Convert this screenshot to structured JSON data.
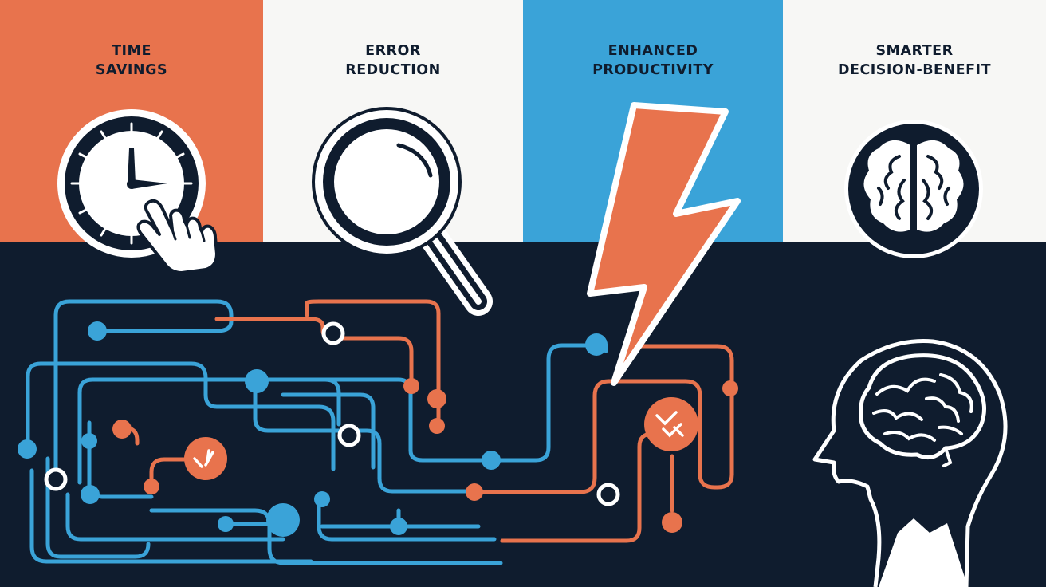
{
  "colors": {
    "navy": "#0f1c2e",
    "orange": "#e8734d",
    "blue": "#3aa3d8",
    "white": "#ffffff",
    "panel_white": "#f7f7f5"
  },
  "panels": [
    {
      "line1": "TIME",
      "line2": "SAVINGS",
      "icon": "clock-icon"
    },
    {
      "line1": "ERROR",
      "line2": "REDUCTION",
      "icon": "magnifier-icon"
    },
    {
      "line1": "ENHANCED",
      "line2": "PRODUCTIVITY",
      "icon": "lightning-icon"
    },
    {
      "line1": "SMARTER",
      "line2": "DECISION-BENEFIT",
      "icon": "brain-icon"
    }
  ]
}
